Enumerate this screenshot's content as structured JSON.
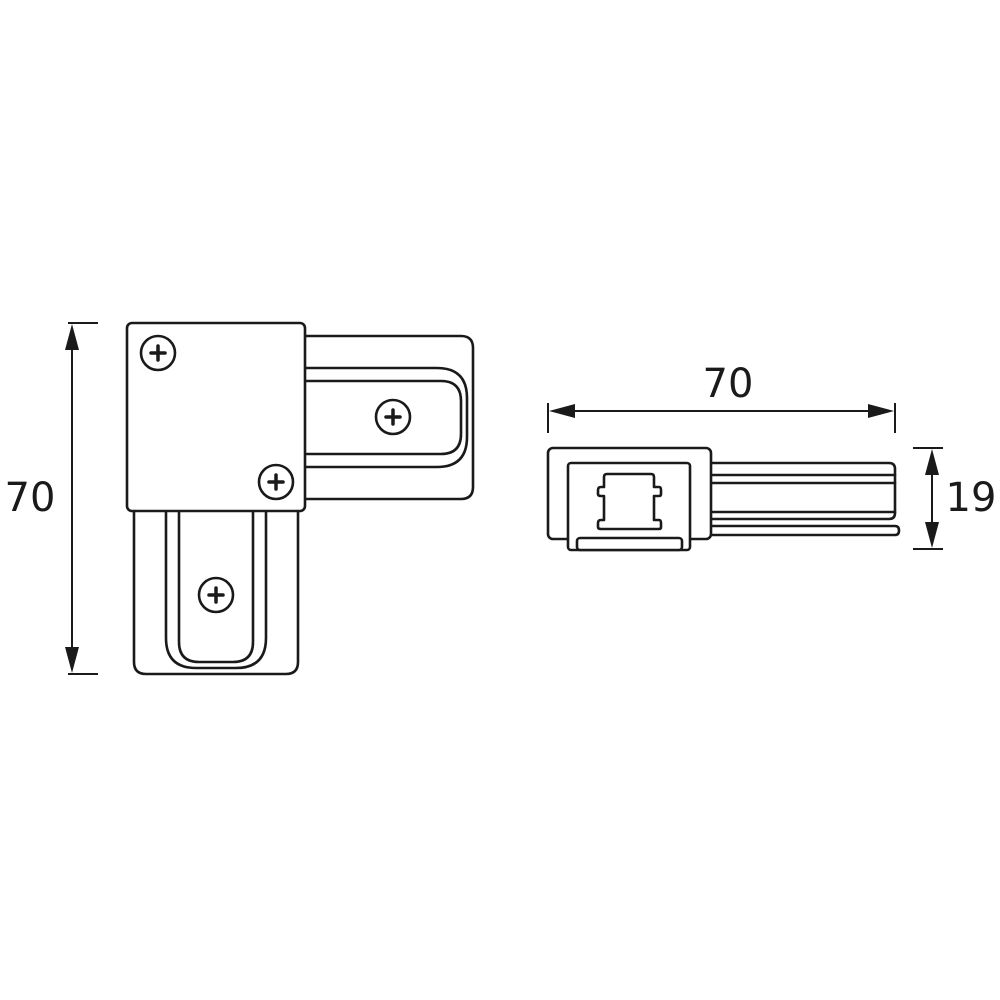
{
  "dimensions": {
    "top_view_height": "70",
    "side_view_length": "70",
    "side_view_height": "19"
  },
  "colors": {
    "line": "#1a1a1a",
    "background": "#ffffff"
  },
  "icons": [
    "phillips-screw-icon"
  ]
}
